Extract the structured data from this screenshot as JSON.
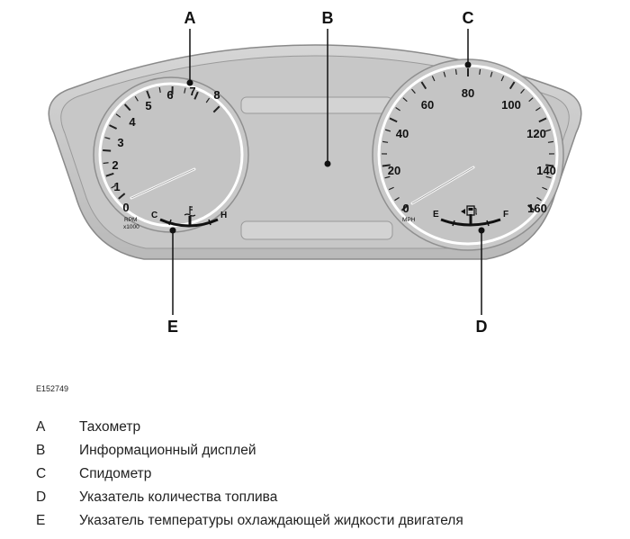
{
  "callouts": [
    {
      "letter": "A"
    },
    {
      "letter": "B"
    },
    {
      "letter": "C"
    },
    {
      "letter": "D"
    },
    {
      "letter": "E"
    }
  ],
  "tachometer": {
    "ticks": [
      "0",
      "1",
      "2",
      "3",
      "4",
      "5",
      "6",
      "7",
      "8"
    ],
    "unit": "RPM",
    "multiplier": "x1000",
    "temp_low": "C",
    "temp_high": "H"
  },
  "speedometer": {
    "ticks": [
      "0",
      "20",
      "40",
      "60",
      "80",
      "100",
      "120",
      "140",
      "160"
    ],
    "unit": "MPH",
    "fuel_empty": "E",
    "fuel_full": "F"
  },
  "figure_id": "E152749",
  "legend": [
    {
      "key": "A",
      "text": "Тахометр"
    },
    {
      "key": "B",
      "text": "Информационный дисплей"
    },
    {
      "key": "C",
      "text": "Спидометр"
    },
    {
      "key": "D",
      "text": "Указатель количества топлива"
    },
    {
      "key": "E",
      "text": "Указатель температуры охлаждающей жидкости двигателя"
    }
  ]
}
